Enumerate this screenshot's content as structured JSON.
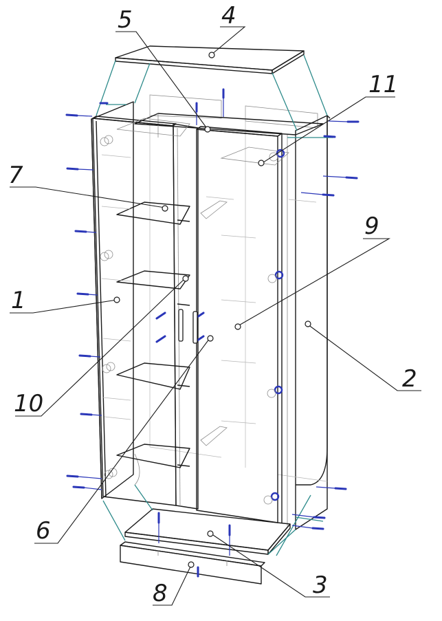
{
  "callouts": [
    {
      "id": "label-1",
      "text": "1"
    },
    {
      "id": "label-2",
      "text": "2"
    },
    {
      "id": "label-3",
      "text": "3"
    },
    {
      "id": "label-4",
      "text": "4"
    },
    {
      "id": "label-5",
      "text": "5"
    },
    {
      "id": "label-6",
      "text": "6"
    },
    {
      "id": "label-7",
      "text": "7"
    },
    {
      "id": "label-8",
      "text": "8"
    },
    {
      "id": "label-9",
      "text": "9"
    },
    {
      "id": "label-10",
      "text": "10"
    },
    {
      "id": "label-11",
      "text": "11"
    }
  ],
  "colors": {
    "outline": "#1a1a1a",
    "assembly_lines": "#2e8b8b",
    "fasteners": "#2a36b8",
    "hidden_lines": "#b5b5b5"
  }
}
